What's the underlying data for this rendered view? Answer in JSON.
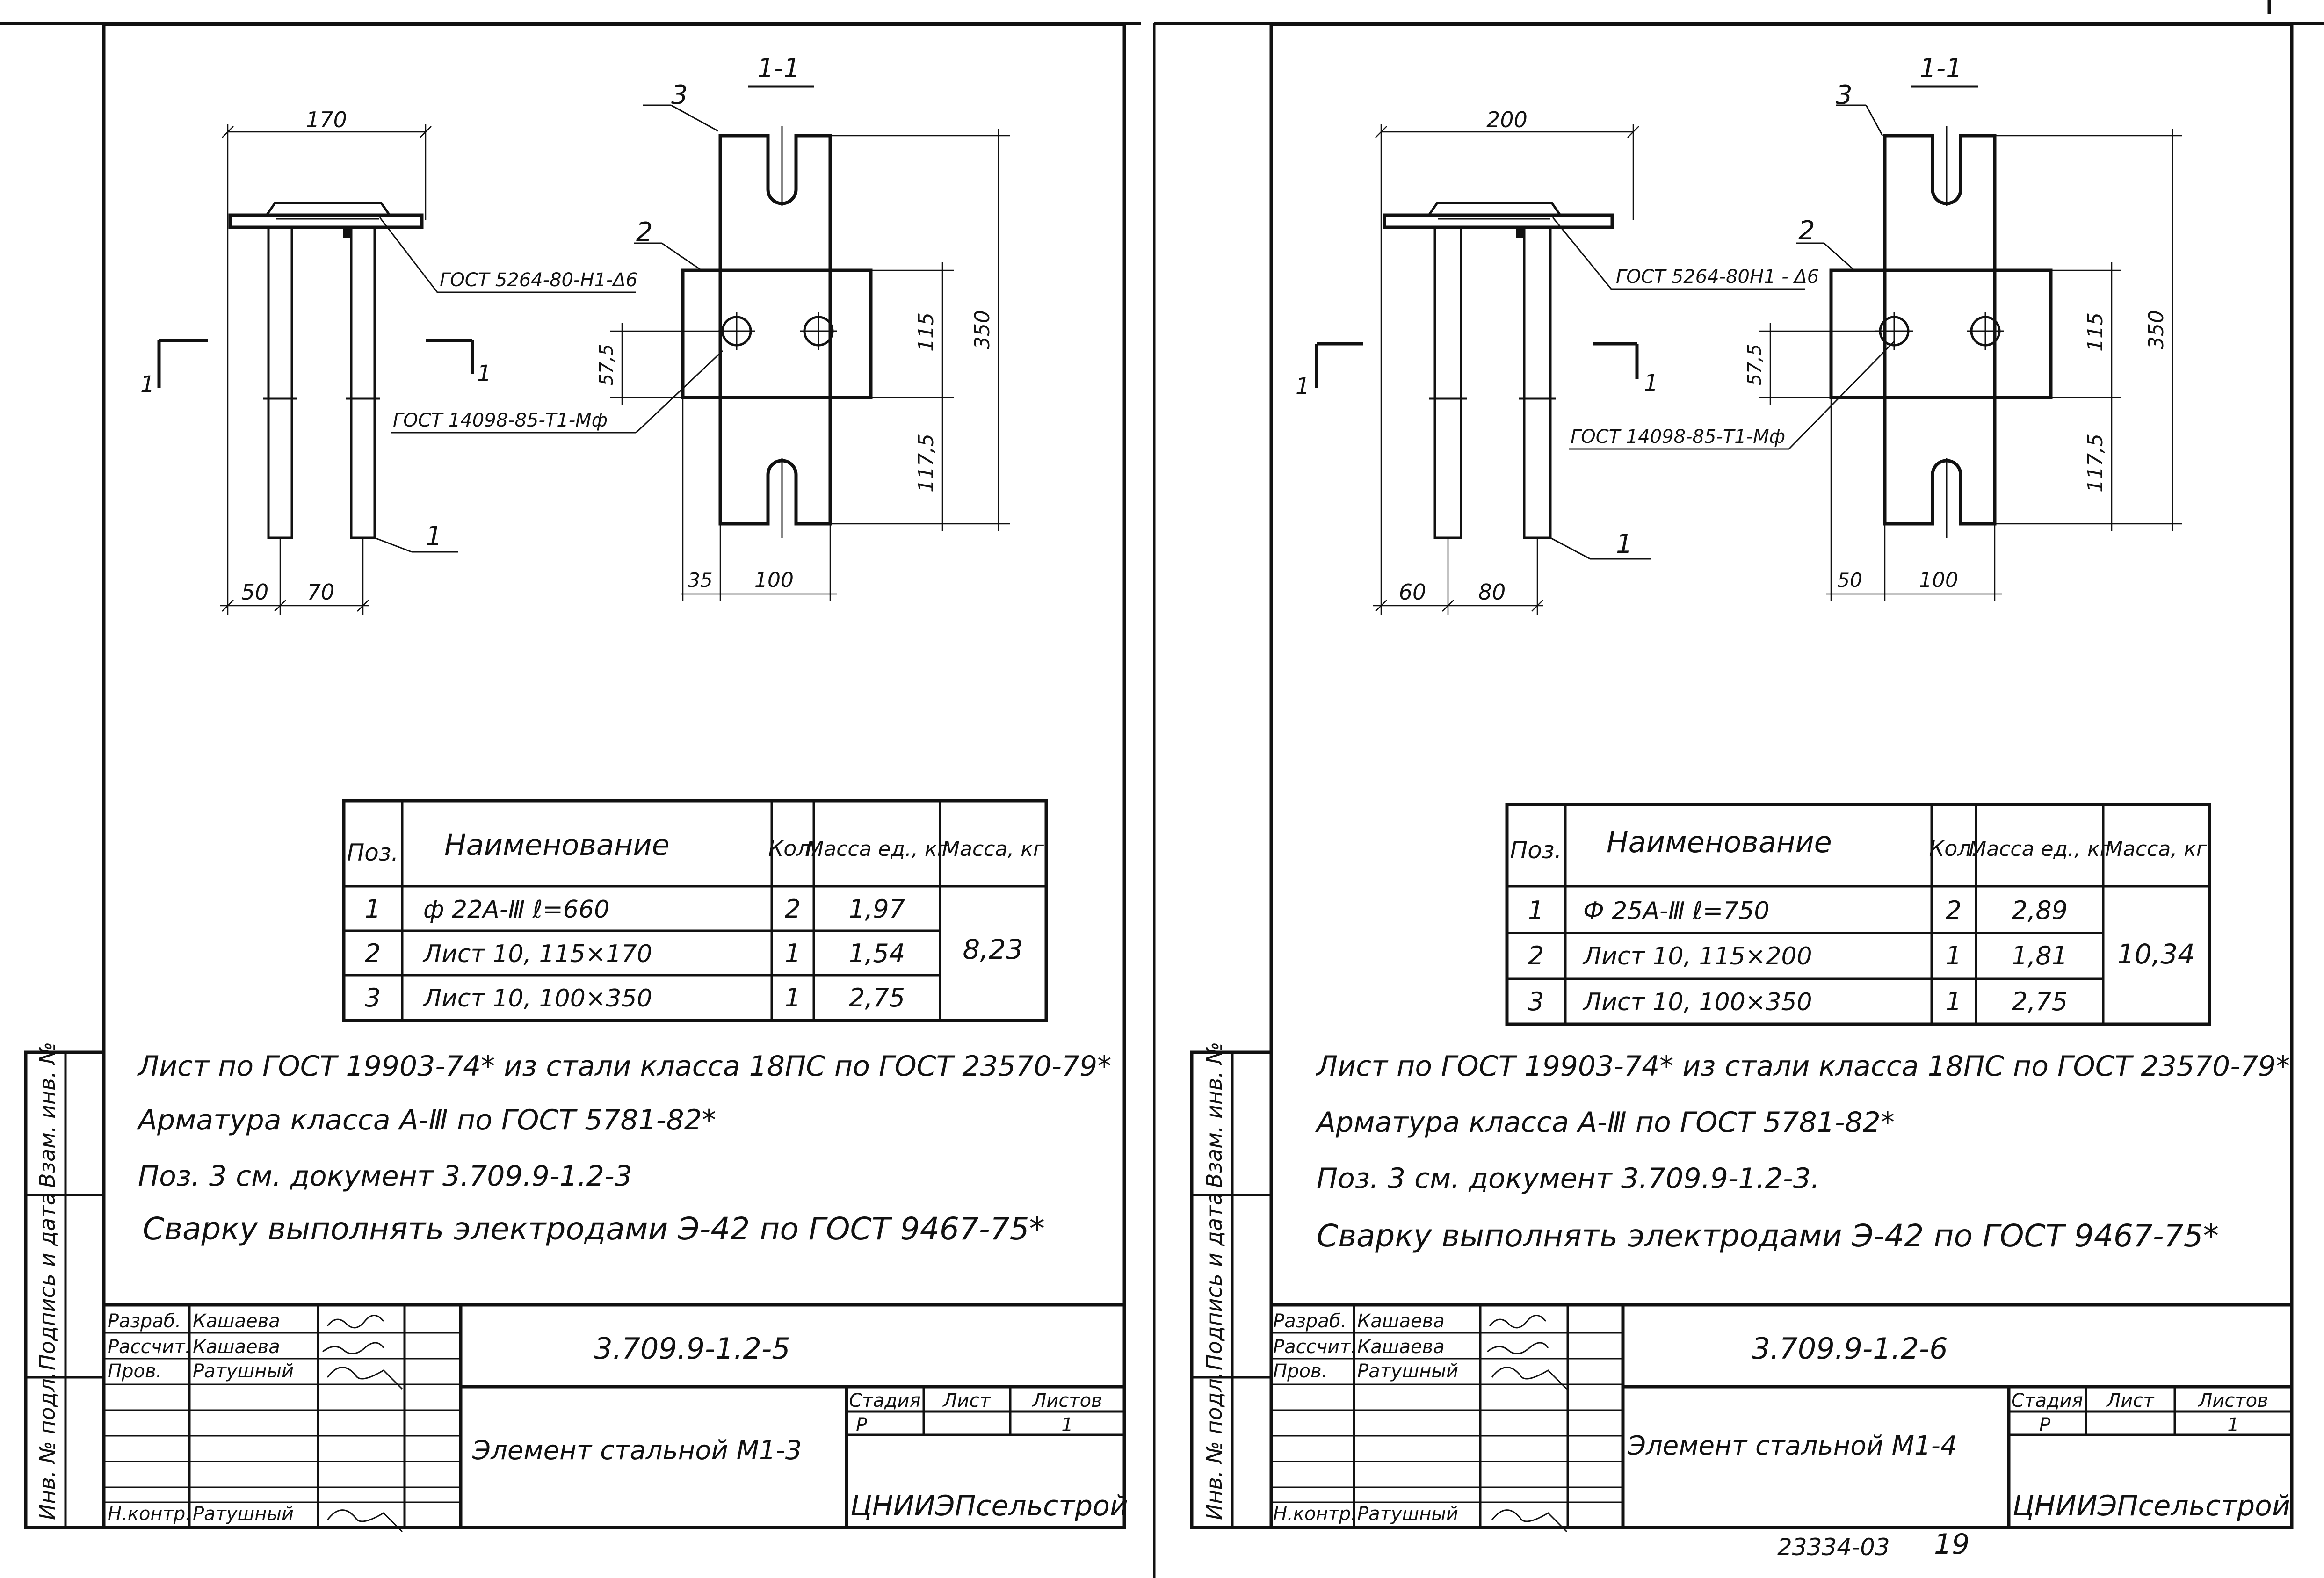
{
  "sheets": [
    {
      "view_dims": {
        "overall_width": "170",
        "left_offset": "50",
        "spacing": "70"
      },
      "section": {
        "title": "1-1",
        "cut_label": "1",
        "callouts": {
          "rod": "1",
          "plate": "2",
          "sheet": "3"
        },
        "dims": {
          "height_total": "350",
          "plate_height": "115",
          "lower": "117,5",
          "hole_offset": "57,5",
          "left_margin": "35",
          "width": "100"
        }
      },
      "weld_fillet": "ГОСТ 5264-80-Н1-Δ6",
      "weld_stud": "ГОСТ 14098-85-Т1-Мф",
      "table": {
        "headers": {
          "pos": "Поз.",
          "name": "Наименование",
          "qty": "Кол.",
          "unit_mass": "Масса ед., кг",
          "mass": "Масса, кг"
        },
        "rows": [
          {
            "pos": "1",
            "name": "ф 22А-Ⅲ ℓ=660",
            "qty": "2",
            "unit_mass": "1,97"
          },
          {
            "pos": "2",
            "name": "Лист 10, 115×170",
            "qty": "1",
            "unit_mass": "1,54"
          },
          {
            "pos": "3",
            "name": "Лист 10, 100×350",
            "qty": "1",
            "unit_mass": "2,75"
          }
        ],
        "total_mass": "8,23"
      },
      "notes": [
        "Лист по ГОСТ 19903-74* из стали класса 18ПС по ГОСТ 23570-79*",
        "Арматура класса А-Ⅲ по ГОСТ 5781-82*",
        "Поз. 3 см. документ 3.709.9-1.2-3",
        "Сварку выполнять электродами Э-42 по ГОСТ 9467-75*"
      ],
      "side_stamp": {
        "inv_orig": "Инв. № подл.",
        "sign_date": "Подпись и дата",
        "replace_inv": "Взам. инв. №"
      },
      "title_block": {
        "roles": [
          "Разраб.",
          "Рассчит.",
          "Пров.",
          "Н.контр."
        ],
        "names": [
          "Кашаева",
          "Кашаева",
          "Ратушный",
          "Ратушный"
        ],
        "code": "3.709.9-1.2-5",
        "title": "Элемент стальной М1-3",
        "stage_hdr": "Стадия",
        "sheet_hdr": "Лист",
        "sheets_hdr": "Листов",
        "stage": "Р",
        "sheets_count": "1",
        "org": "ЦНИИЭПсельстрой"
      }
    },
    {
      "view_dims": {
        "overall_width": "200",
        "left_offset": "60",
        "spacing": "80"
      },
      "section": {
        "title": "1-1",
        "cut_label": "1",
        "callouts": {
          "rod": "1",
          "plate": "2",
          "sheet": "3"
        },
        "dims": {
          "height_total": "350",
          "plate_height": "115",
          "lower": "117,5",
          "hole_offset": "57,5",
          "left_margin": "50",
          "width": "100"
        }
      },
      "weld_fillet": "ГОСТ 5264-80Н1 - Δ6",
      "weld_stud": "ГОСТ 14098-85-Т1-Мф",
      "table": {
        "headers": {
          "pos": "Поз.",
          "name": "Наименование",
          "qty": "Кол.",
          "unit_mass": "Масса ед., кг",
          "mass": "Масса, кг"
        },
        "rows": [
          {
            "pos": "1",
            "name": "Ф 25А-Ⅲ ℓ=750",
            "qty": "2",
            "unit_mass": "2,89"
          },
          {
            "pos": "2",
            "name": "Лист 10, 115×200",
            "qty": "1",
            "unit_mass": "1,81"
          },
          {
            "pos": "3",
            "name": "Лист 10, 100×350",
            "qty": "1",
            "unit_mass": "2,75"
          }
        ],
        "total_mass": "10,34"
      },
      "notes": [
        "Лист по ГОСТ 19903-74* из стали класса 18ПС по ГОСТ 23570-79*",
        "Арматура класса А-Ⅲ по ГОСТ 5781-82*",
        "Поз. 3 см. документ 3.709.9-1.2-3.",
        "Сварку выполнять электродами Э-42 по ГОСТ 9467-75*"
      ],
      "side_stamp": {
        "inv_orig": "Инв. № подл.",
        "sign_date": "Подпись и дата",
        "replace_inv": "Взам. инв. №"
      },
      "title_block": {
        "roles": [
          "Разраб.",
          "Рассчит.",
          "Пров.",
          "Н.контр."
        ],
        "names": [
          "Кашаева",
          "Кашаева",
          "Ратушный",
          "Ратушный"
        ],
        "code": "3.709.9-1.2-6",
        "title": "Элемент стальной М1-4",
        "stage_hdr": "Стадия",
        "sheet_hdr": "Лист",
        "sheets_hdr": "Листов",
        "stage": "Р",
        "sheets_count": "1",
        "org": "ЦНИИЭПсельстрой"
      }
    }
  ],
  "footer": {
    "archive_number": "23334-03",
    "page_number": "19"
  },
  "colors": {
    "ink": "#111111",
    "paper": "#ffffff"
  }
}
